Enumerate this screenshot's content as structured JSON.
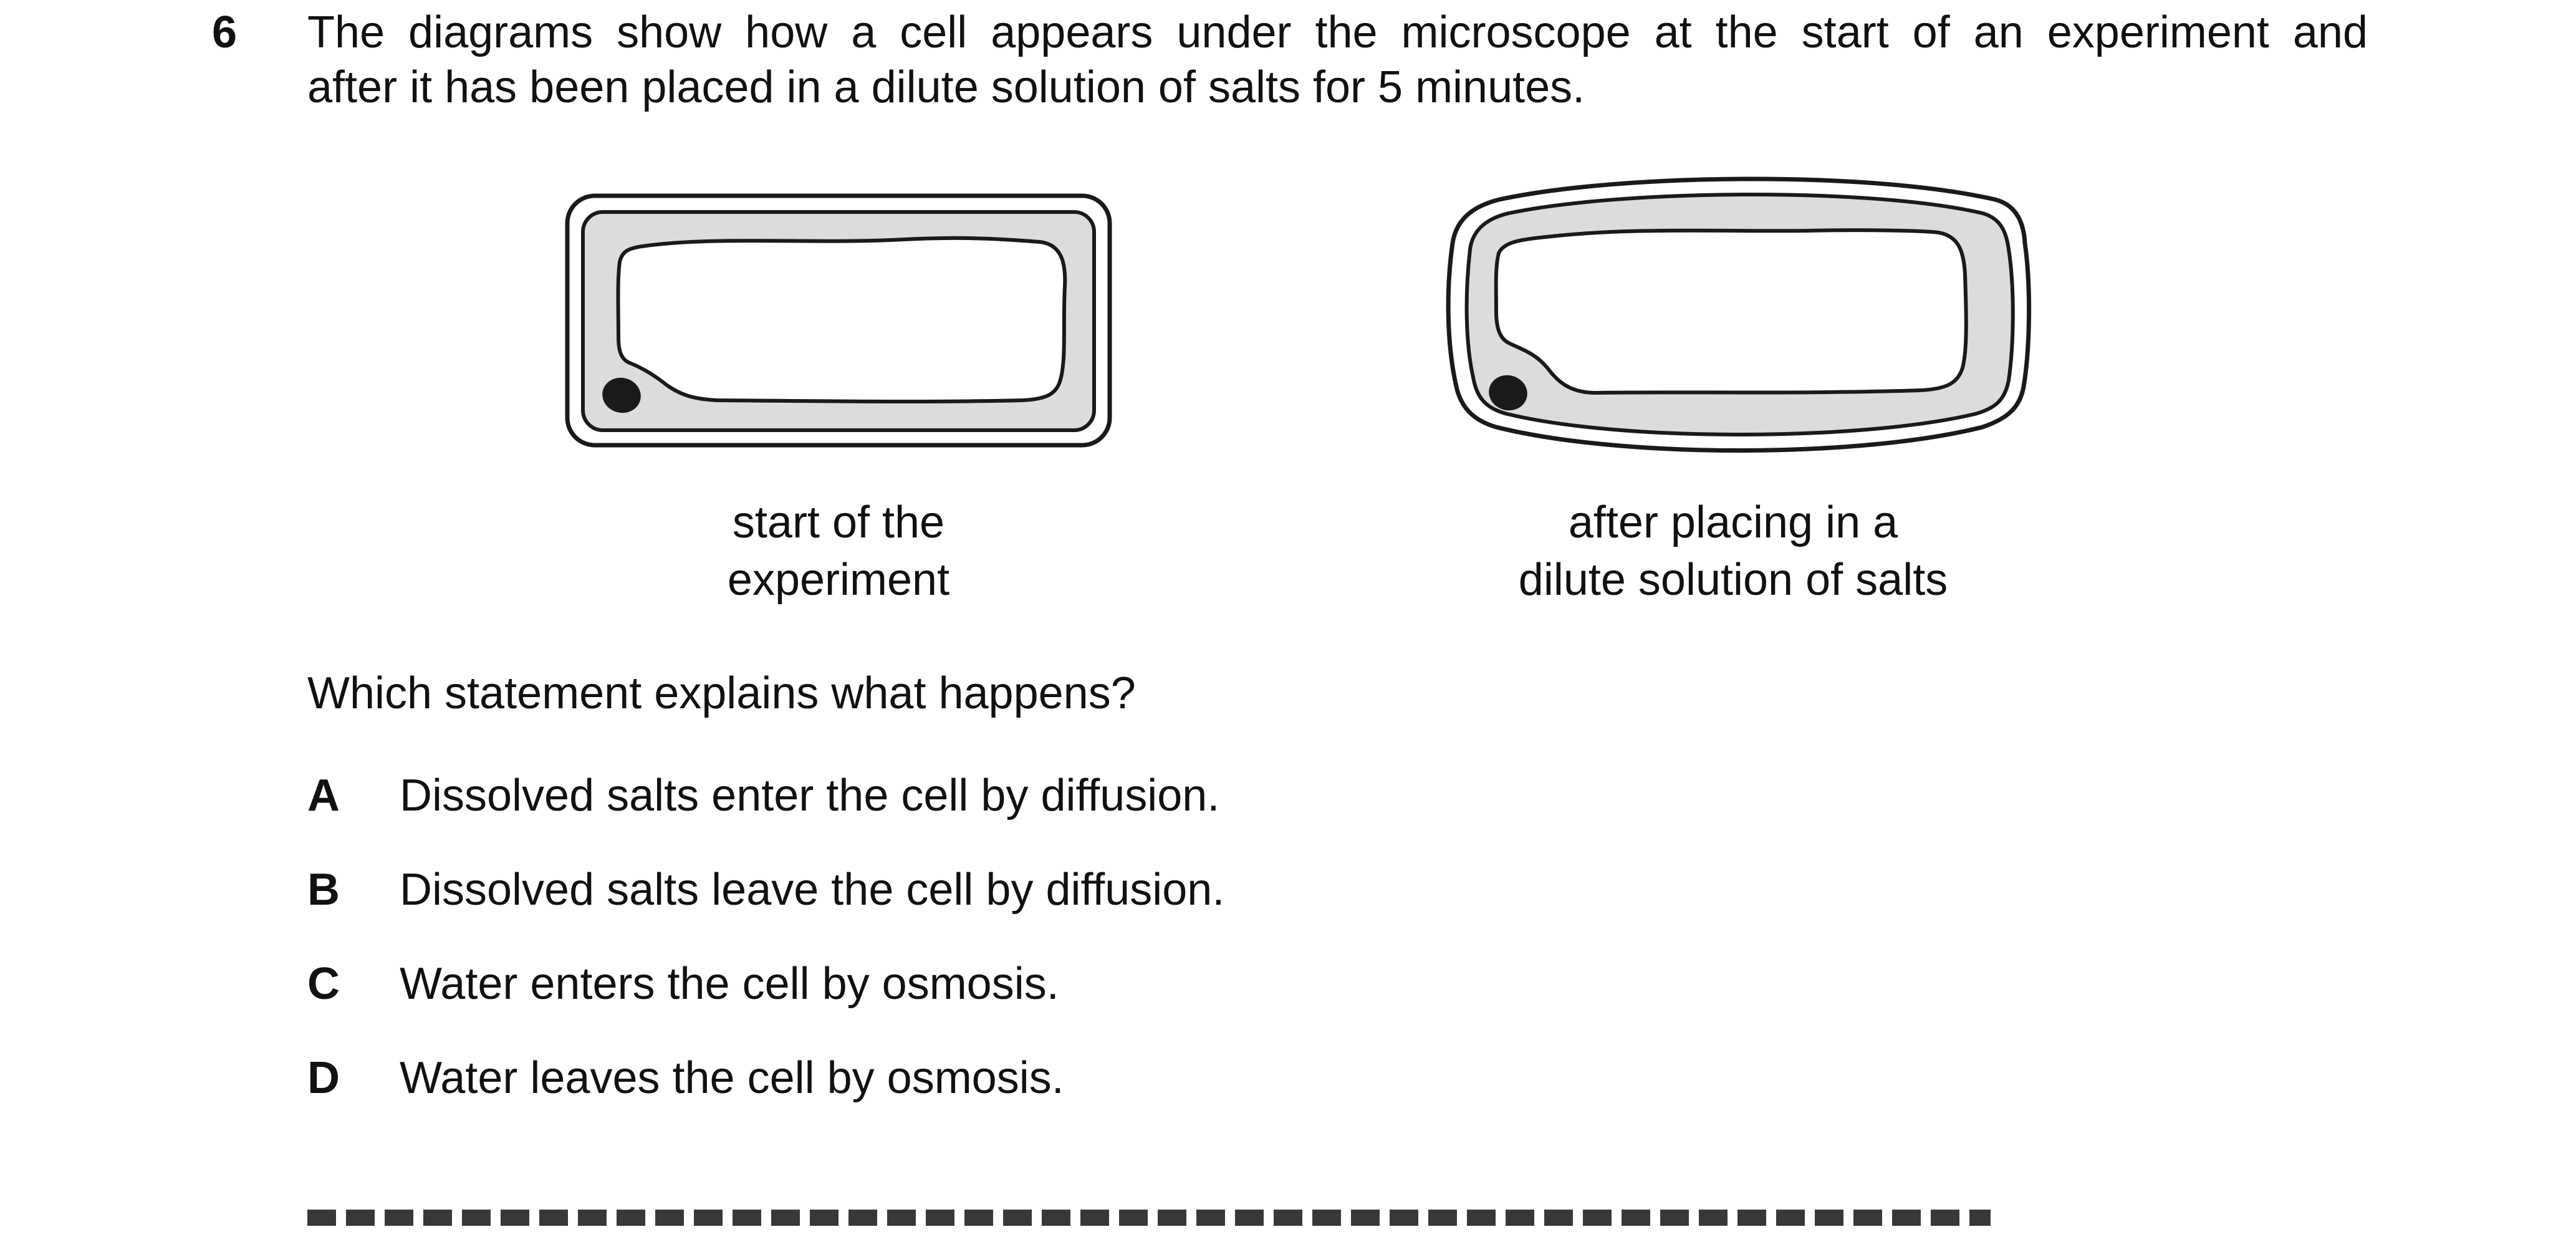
{
  "question": {
    "number": "6",
    "text_line1": "The diagrams show how a cell appears under the microscope at the start of an experiment and",
    "text_line2": "after it has been placed in a dilute solution of salts for 5 minutes."
  },
  "figure": {
    "left_caption_line1": "start of the",
    "left_caption_line2": "experiment",
    "right_caption_line1": "after placing in a",
    "right_caption_line2": "dilute solution of salts",
    "colors": {
      "outline": "#1a1a1a",
      "cytoplasm": "#dcdcdc",
      "vacuole": "#ffffff",
      "nucleus": "#1a1a1a"
    }
  },
  "prompt": "Which statement explains what happens?",
  "options": [
    {
      "letter": "A",
      "text": "Dissolved salts enter the cell by diffusion."
    },
    {
      "letter": "B",
      "text": "Dissolved salts leave the cell by diffusion."
    },
    {
      "letter": "C",
      "text": "Water enters the cell by osmosis."
    },
    {
      "letter": "D",
      "text": "Water leaves the cell by osmosis."
    }
  ]
}
